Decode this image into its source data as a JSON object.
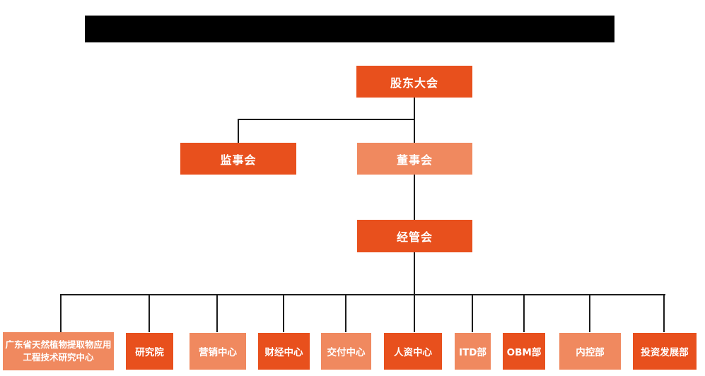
{
  "colors": {
    "dark_orange": "#E8501D",
    "light_orange": "#F0895F",
    "line": "#1b1b1b",
    "text": "#ffffff",
    "redaction": "#000000"
  },
  "title_bar": {
    "redacted_label": ""
  },
  "org": {
    "level1": {
      "label": "股东大会"
    },
    "level2": [
      {
        "label": "监事会"
      },
      {
        "label": "董事会"
      }
    ],
    "level3": {
      "label": "经管会"
    },
    "bottom": [
      {
        "label": "广东省天然植物提取物应用工程技术研究中心"
      },
      {
        "label": "研究院"
      },
      {
        "label": "营销中心"
      },
      {
        "label": "财经中心"
      },
      {
        "label": "交付中心"
      },
      {
        "label": "人资中心"
      },
      {
        "label": "ITD部"
      },
      {
        "label": "OBM部"
      },
      {
        "label": "内控部"
      },
      {
        "label": "投资发展部"
      }
    ]
  }
}
